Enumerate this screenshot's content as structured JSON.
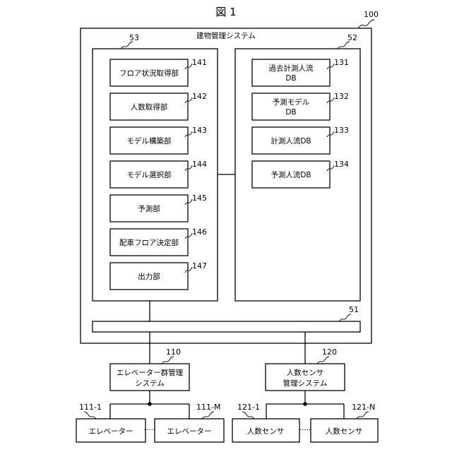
{
  "figure_title": "図 1",
  "building_system": {
    "label": "建物管理システム",
    "ref": "100"
  },
  "processor": {
    "ref": "53",
    "units": [
      {
        "label": "フロア状況取得部",
        "ref": "141"
      },
      {
        "label": "人数取得部",
        "ref": "142"
      },
      {
        "label": "モデル構築部",
        "ref": "143"
      },
      {
        "label": "モデル選択部",
        "ref": "144"
      },
      {
        "label": "予測部",
        "ref": "145"
      },
      {
        "label": "配車フロア決定部",
        "ref": "146"
      },
      {
        "label": "出力部",
        "ref": "147"
      }
    ]
  },
  "storage": {
    "ref": "52",
    "dbs": [
      {
        "line1": "過去計測人流",
        "line2": "DB",
        "ref": "131"
      },
      {
        "line1": "予測モデル",
        "line2": "DB",
        "ref": "132"
      },
      {
        "line1": "計測人流DB",
        "line2": "",
        "ref": "133"
      },
      {
        "line1": "予測人流DB",
        "line2": "",
        "ref": "134"
      }
    ]
  },
  "bus": {
    "ref": "51"
  },
  "elevator_group": {
    "line1": "エレベーター群管理",
    "line2": "システム",
    "ref": "110",
    "left": {
      "label": "エレベーター",
      "ref": "111-1"
    },
    "right": {
      "label": "エレベーター",
      "ref": "111-M"
    },
    "ellipsis": "·····"
  },
  "sensor_system": {
    "line1": "人数センサ",
    "line2": "管理システム",
    "ref": "120",
    "left": {
      "label": "人数センサ",
      "ref": "121-1"
    },
    "right": {
      "label": "人数センサ",
      "ref": "121-N"
    },
    "ellipsis": "·····"
  }
}
